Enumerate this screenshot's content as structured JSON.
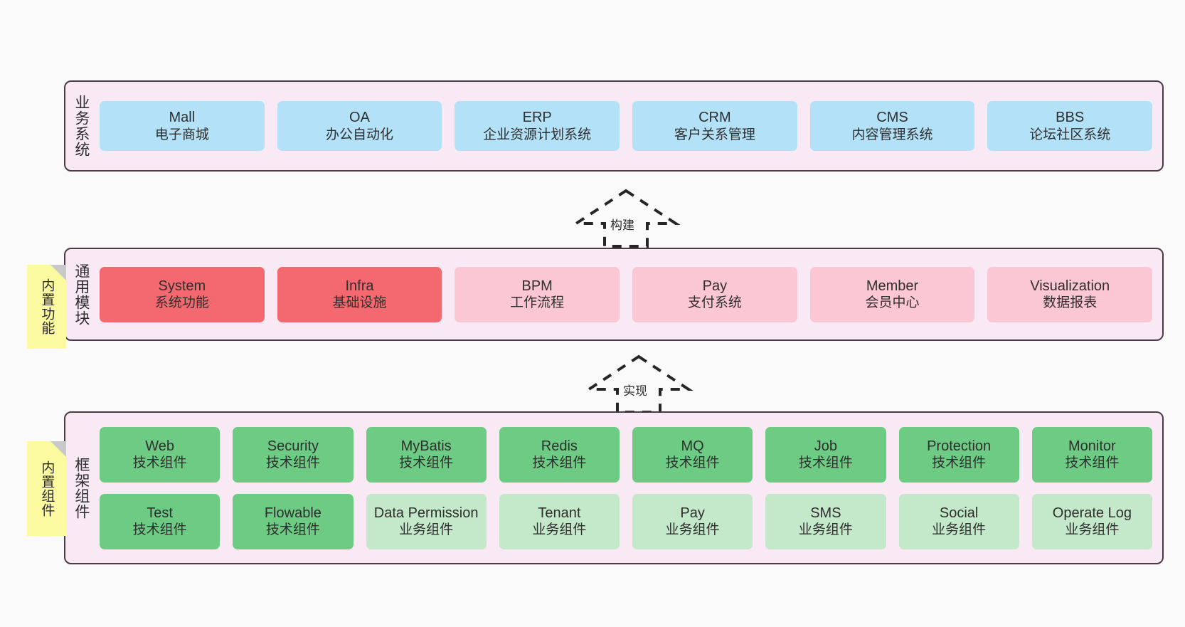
{
  "diagram": {
    "background": "#fafafa",
    "layer_fill": "#f9e9f4",
    "layer_border": "#4a3b46",
    "note_fill": "#fcfaa0",
    "colors": {
      "blue": "#b2e1f8",
      "red": "#f4696f",
      "pink": "#fbc7d4",
      "green": "#6ecb84",
      "green_light": "#c3e8ca"
    }
  },
  "layers": [
    {
      "id": "business",
      "title": "业务系统",
      "rows": [
        [
          {
            "en": "Mall",
            "cn": "电子商城",
            "color": "c-blue"
          },
          {
            "en": "OA",
            "cn": "办公自动化",
            "color": "c-blue"
          },
          {
            "en": "ERP",
            "cn": "企业资源计划系统",
            "color": "c-blue"
          },
          {
            "en": "CRM",
            "cn": "客户关系管理",
            "color": "c-blue"
          },
          {
            "en": "CMS",
            "cn": "内容管理系统",
            "color": "c-blue"
          },
          {
            "en": "BBS",
            "cn": "论坛社区系统",
            "color": "c-blue"
          }
        ]
      ]
    },
    {
      "id": "common",
      "title": "通用模块",
      "note": "内置功能",
      "rows": [
        [
          {
            "en": "System",
            "cn": "系统功能",
            "color": "c-red"
          },
          {
            "en": "Infra",
            "cn": "基础设施",
            "color": "c-red"
          },
          {
            "en": "BPM",
            "cn": "工作流程",
            "color": "c-pink"
          },
          {
            "en": "Pay",
            "cn": "支付系统",
            "color": "c-pink"
          },
          {
            "en": "Member",
            "cn": "会员中心",
            "color": "c-pink"
          },
          {
            "en": "Visualization",
            "cn": "数据报表",
            "color": "c-pink"
          }
        ]
      ]
    },
    {
      "id": "frame",
      "title": "框架组件",
      "note": "内置组件",
      "rows": [
        [
          {
            "en": "Web",
            "cn": "技术组件",
            "color": "c-green"
          },
          {
            "en": "Security",
            "cn": "技术组件",
            "color": "c-green"
          },
          {
            "en": "MyBatis",
            "cn": "技术组件",
            "color": "c-green"
          },
          {
            "en": "Redis",
            "cn": "技术组件",
            "color": "c-green"
          },
          {
            "en": "MQ",
            "cn": "技术组件",
            "color": "c-green"
          },
          {
            "en": "Job",
            "cn": "技术组件",
            "color": "c-green"
          },
          {
            "en": "Protection",
            "cn": "技术组件",
            "color": "c-green"
          },
          {
            "en": "Monitor",
            "cn": "技术组件",
            "color": "c-green"
          }
        ],
        [
          {
            "en": "Test",
            "cn": "技术组件",
            "color": "c-green"
          },
          {
            "en": "Flowable",
            "cn": "技术组件",
            "color": "c-green"
          },
          {
            "en": "Data Permission",
            "cn": "业务组件",
            "color": "c-green-light"
          },
          {
            "en": "Tenant",
            "cn": "业务组件",
            "color": "c-green-light"
          },
          {
            "en": "Pay",
            "cn": "业务组件",
            "color": "c-green-light"
          },
          {
            "en": "SMS",
            "cn": "业务组件",
            "color": "c-green-light"
          },
          {
            "en": "Social",
            "cn": "业务组件",
            "color": "c-green-light"
          },
          {
            "en": "Operate Log",
            "cn": "业务组件",
            "color": "c-green-light"
          }
        ]
      ]
    }
  ],
  "arrows": [
    {
      "id": "build",
      "label": "构建"
    },
    {
      "id": "implement",
      "label": "实现"
    }
  ]
}
